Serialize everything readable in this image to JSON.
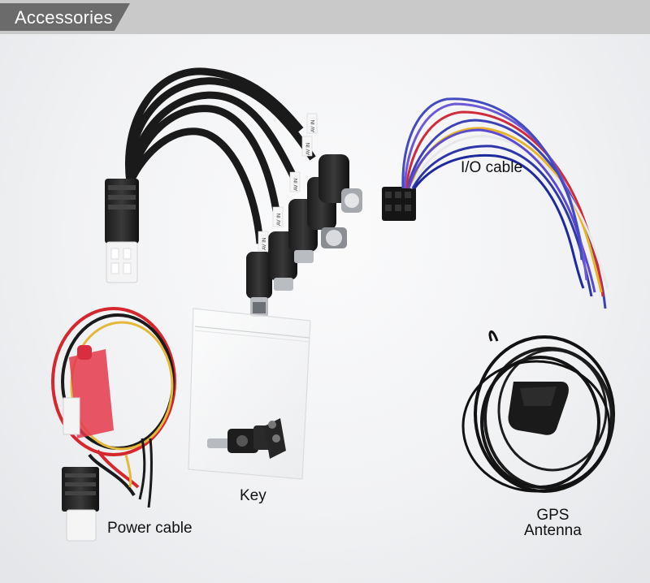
{
  "header": {
    "title": "Accessories"
  },
  "labels": {
    "io_cable": "I/O cable",
    "power_cable": "Power cable",
    "key": "Key",
    "gps_line1": "GPS",
    "gps_line2": "Antenna"
  },
  "cable_tags": {
    "av_in": "AV IN"
  }
}
